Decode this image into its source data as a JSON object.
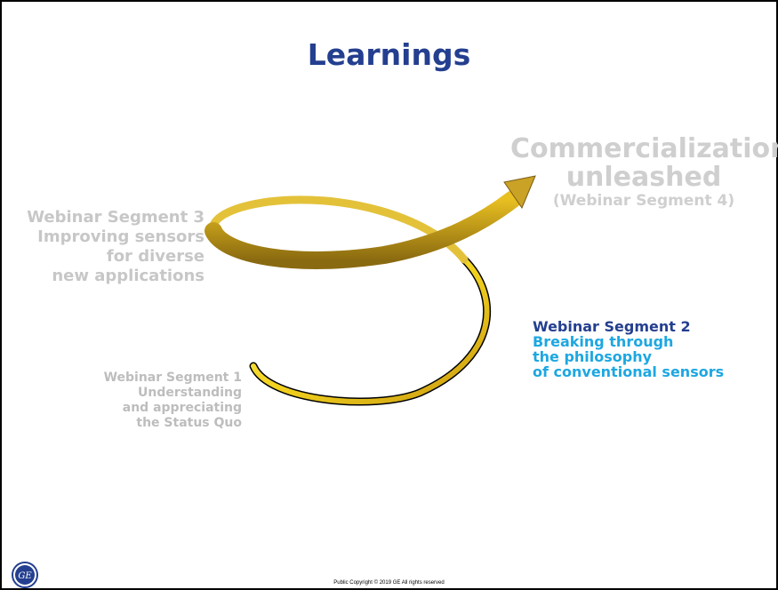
{
  "slide": {
    "title": "Learnings",
    "segment4": {
      "line1": "Commercialization",
      "line2": "unleashed",
      "line3": "(Webinar Segment 4)"
    },
    "segment3": {
      "line1": "Webinar Segment 3",
      "line2": "Improving sensors",
      "line3": "for diverse",
      "line4": "new applications"
    },
    "segment2": {
      "line1": "Webinar Segment 2",
      "line2": "Breaking through",
      "line3": "the philosophy",
      "line4": "of conventional sensors"
    },
    "segment1": {
      "line1": "Webinar Segment 1",
      "line2": "Understanding",
      "line3": "and appreciating",
      "line4": "the Status Quo"
    },
    "footer": "Public Copyright © 2019 GE All rights reserved",
    "logo_text": "GE",
    "colors": {
      "title": "#243f8f",
      "segment2_heading": "#243f8f",
      "segment2_body": "#1ea7e1",
      "faded_text": "#c7c7c7",
      "arrow_gold": "#f2d21e"
    }
  }
}
